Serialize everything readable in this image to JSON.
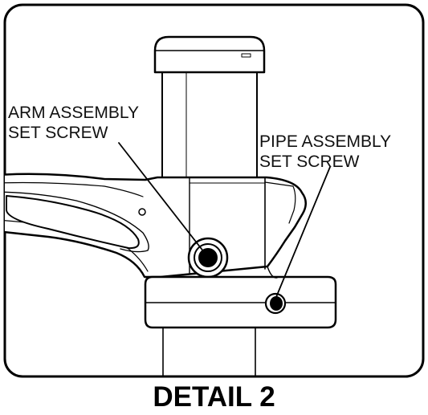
{
  "callouts": {
    "arm_assembly": [
      "ARM ASSEMBLY",
      "SET SCREW"
    ],
    "pipe_assembly": [
      "PIPE ASSEMBLY",
      "SET SCREW"
    ]
  },
  "caption": "DETAIL 2",
  "colors": {
    "line": "#000000",
    "background": "#ffffff"
  }
}
